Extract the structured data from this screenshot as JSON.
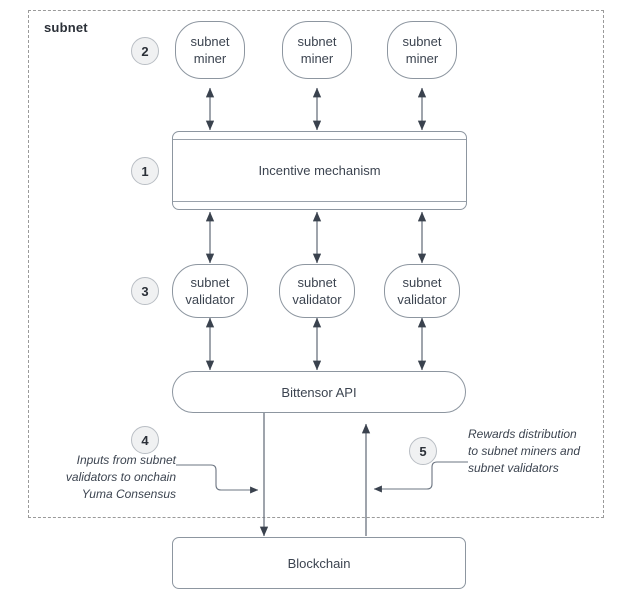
{
  "diagram": {
    "title": "subnet",
    "container_label": "subnet",
    "nodes": {
      "miners": [
        {
          "label": "subnet\nminer",
          "line1": "subnet",
          "line2": "miner"
        },
        {
          "label": "subnet\nminer",
          "line1": "subnet",
          "line2": "miner"
        },
        {
          "label": "subnet\nminer",
          "line1": "subnet",
          "line2": "miner"
        }
      ],
      "incentive_mechanism": "Incentive mechanism",
      "validators": [
        {
          "line1": "subnet",
          "line2": "validator"
        },
        {
          "line1": "subnet",
          "line2": "validator"
        },
        {
          "line1": "subnet",
          "line2": "validator"
        }
      ],
      "api": "Bittensor API",
      "blockchain": "Blockchain"
    },
    "badges": [
      {
        "number": "1",
        "for": "incentive-mechanism"
      },
      {
        "number": "2",
        "for": "subnet-miners"
      },
      {
        "number": "3",
        "for": "subnet-validators"
      },
      {
        "number": "4",
        "for": "inputs-to-yuma-consensus"
      },
      {
        "number": "5",
        "for": "rewards-distribution"
      }
    ],
    "annotations": {
      "left": {
        "line1": "Inputs from subnet",
        "line2": "validators to onchain",
        "line3": "Yuma Consensus"
      },
      "right": {
        "line1": "Rewards distribution",
        "line2": "to subnet miners and",
        "line3": "subnet validators"
      }
    },
    "colors": {
      "background": "#ffffff",
      "node_stroke": "#8d96a0",
      "text": "#3c4450",
      "title_text": "#2b3038",
      "dashed_border": "#9a9a9a",
      "arrow": "#3a424e",
      "badge_fill": "#f0f1f2",
      "badge_stroke": "#b9bec4",
      "connector_line": "#6b7480"
    }
  }
}
